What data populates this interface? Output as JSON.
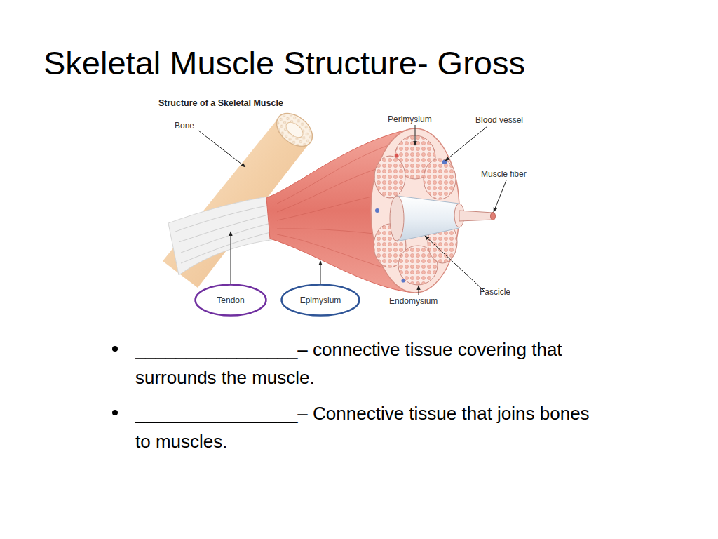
{
  "diagram": {
    "title": "Skeletal Muscle Structure- Gross",
    "nodes": [
      {
        "text": [
          "Tendon"
        ]
      },
      {
        "text": [
          "Epimysium"
        ]
      }
    ],
    "labels": [
      "Structure of a Skeletal Muscle",
      "Bone",
      "Perimysium",
      "Blood vessel",
      "Muscle fiber",
      "Fascicle",
      "Endomysium",
      "________________– connective tissue covering that surrounds the muscle.",
      "________________– Connective tissue that joins bones to muscles."
    ]
  }
}
